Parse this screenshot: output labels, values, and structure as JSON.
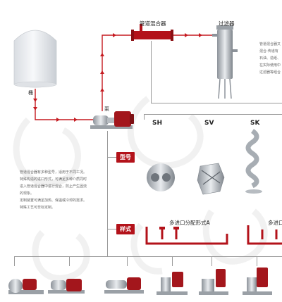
{
  "top": {
    "tank_label": "桶",
    "pump_label": "泵",
    "mixer_label": "管道混合器",
    "filter_label": "过滤器"
  },
  "right_text": {
    "lines": [
      "管道混合器又",
      "混合-传递有",
      "石油、造纸、",
      "在实际使用中",
      "过滤器等组合"
    ]
  },
  "left_text": {
    "lines": [
      "管道混合器有多种型号，适用于不同工况。",
      "特殊构造的进口形式，可满足多种介质同时",
      "进入管道混合器中进行混合，防止产生固流",
      "的现象。",
      "定制装置可满足加热、保温或冷却的需求。",
      "特殊工艺可非标定制。"
    ]
  },
  "models": {
    "section_label": "型号",
    "names": [
      "SH",
      "SV",
      "SK"
    ]
  },
  "styles": {
    "section_label": "样式",
    "style_a_label": "多进口分配形式A",
    "style_b_label": "多进口分"
  },
  "colors": {
    "accent": "#b3121a",
    "pipe": "#c51a20",
    "line": "#9a9a9a"
  }
}
